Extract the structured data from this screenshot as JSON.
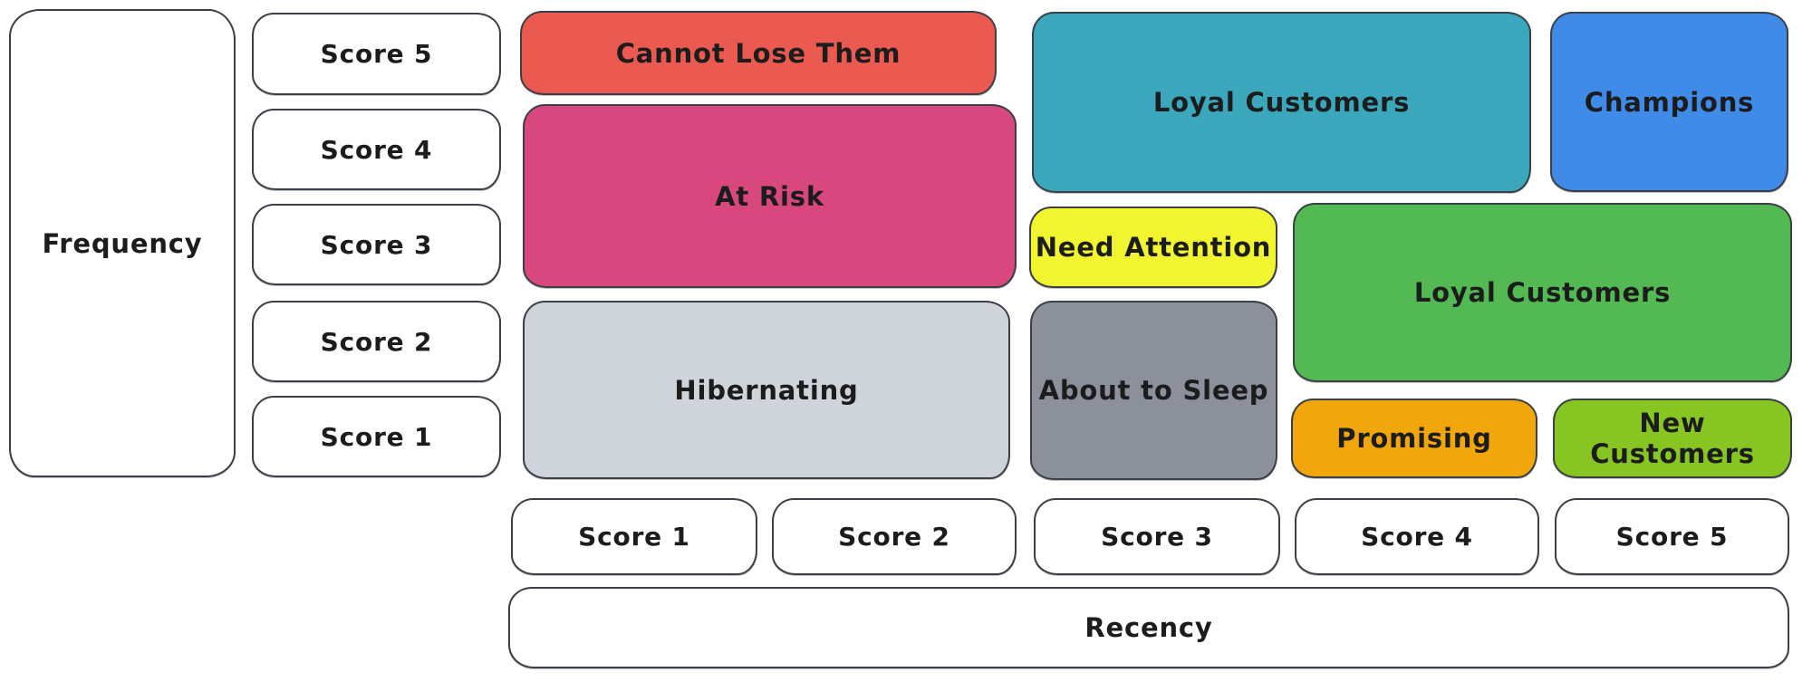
{
  "axes": {
    "frequency": {
      "label": "Frequency",
      "orientation": "vertical"
    },
    "recency": {
      "label": "Recency",
      "orientation": "horizontal"
    }
  },
  "frequency_scores": [
    "Score 5",
    "Score 4",
    "Score 3",
    "Score 2",
    "Score 1"
  ],
  "recency_scores": [
    "Score 1",
    "Score 2",
    "Score 3",
    "Score 4",
    "Score 5"
  ],
  "segments": [
    {
      "label": "Cannot Lose Them",
      "color": "#ea5a50",
      "recency_span": "1-2",
      "frequency_span": "5"
    },
    {
      "label": "At Risk",
      "color": "#d8487f",
      "recency_span": "1-2",
      "frequency_span": "3-4"
    },
    {
      "label": "Hibernating",
      "color": "#ced4da",
      "recency_span": "1-2",
      "frequency_span": "1-2"
    },
    {
      "label": "Loyal Customers",
      "color": "#3aa7bd",
      "recency_span": "3-4",
      "frequency_span": "4-5"
    },
    {
      "label": "Champions",
      "color": "#408ae8",
      "recency_span": "5",
      "frequency_span": "4-5"
    },
    {
      "label": "Need Attention",
      "color": "#f0f52f",
      "recency_span": "3",
      "frequency_span": "3"
    },
    {
      "label": "Loyal Customers",
      "color": "#53ba53",
      "recency_span": "4-5",
      "frequency_span": "2-3"
    },
    {
      "label": "About to Sleep",
      "color": "#8b909a",
      "recency_span": "3",
      "frequency_span": "1-2"
    },
    {
      "label": "Promising",
      "color": "#f1a70b",
      "recency_span": "4",
      "frequency_span": "1"
    },
    {
      "label": "New Customers",
      "color": "#86c522",
      "recency_span": "5",
      "frequency_span": "1"
    }
  ],
  "colors": {
    "stroke": "#3b4046",
    "text": "#1c1c1c",
    "background": "#ffffff"
  }
}
